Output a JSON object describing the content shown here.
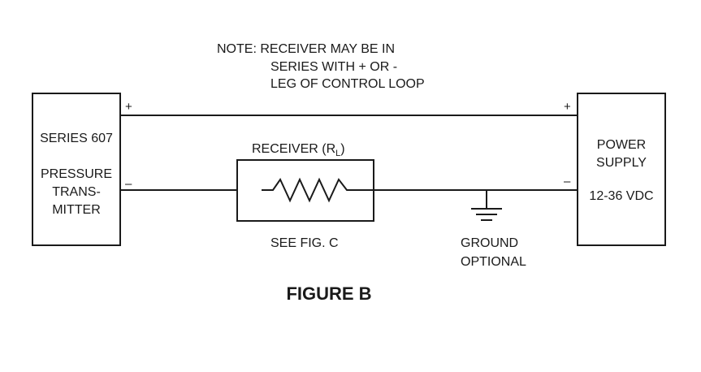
{
  "note": {
    "lines": [
      "NOTE:  RECEIVER MAY BE IN",
      "SERIES WITH + OR -",
      "LEG OF CONTROL LOOP"
    ]
  },
  "transmitter": {
    "line1": "SERIES 607",
    "line2": "PRESSURE",
    "line3": "TRANS-",
    "line4": "MITTER",
    "plus": "+",
    "minus": "–"
  },
  "power_supply": {
    "line1": "POWER",
    "line2": "SUPPLY",
    "line3": "12-36 VDC",
    "plus": "+",
    "minus": "–"
  },
  "receiver": {
    "label_prefix": "RECEIVER (R",
    "label_sub": "L",
    "label_suffix": ")",
    "caption": "SEE FIG. C"
  },
  "ground": {
    "line1": "GROUND",
    "line2": "OPTIONAL"
  },
  "figure_title": "FIGURE B"
}
